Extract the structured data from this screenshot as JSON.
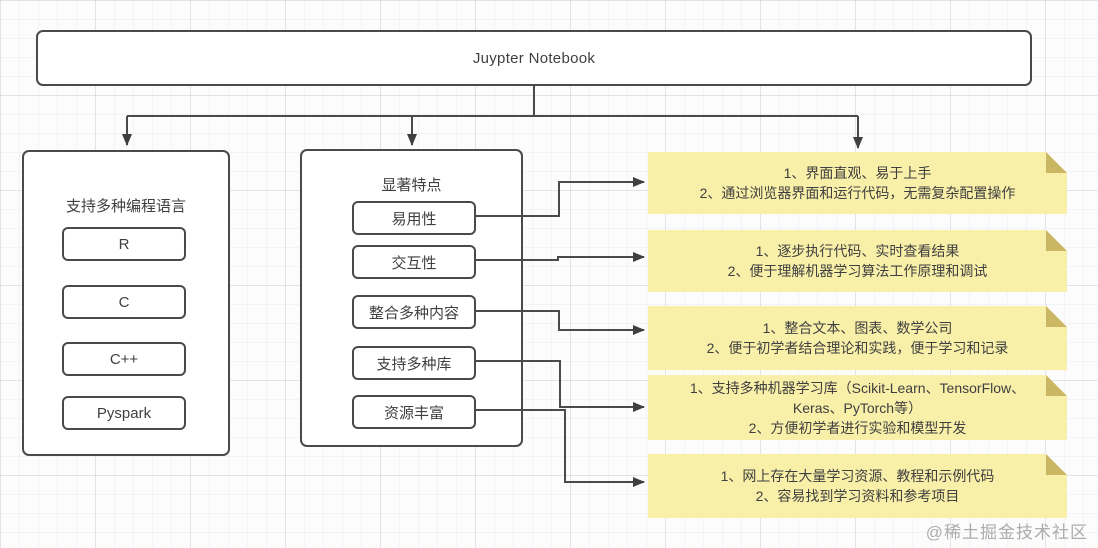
{
  "root_node": {
    "title": "Juypter Notebook"
  },
  "languages_panel": {
    "title": "支持多种编程语言",
    "items": [
      "R",
      "C",
      "C++",
      "Pyspark"
    ]
  },
  "features_panel": {
    "title": "显著特点",
    "items": [
      "易用性",
      "交互性",
      "整合多种内容",
      "支持多种库",
      "资源丰富"
    ]
  },
  "notes": [
    {
      "lines": [
        "1、界面直观、易于上手",
        "2、通过浏览器界面和运行代码，无需复杂配置操作"
      ]
    },
    {
      "lines": [
        "1、逐步执行代码、实时查看结果",
        "2、便于理解机器学习算法工作原理和调试"
      ]
    },
    {
      "lines": [
        "1、整合文本、图表、数学公司",
        "2、便于初学者结合理论和实践，便于学习和记录"
      ]
    },
    {
      "lines": [
        "1、支持多种机器学习库（Scikit-Learn、TensorFlow、",
        "Keras、PyTorch等）",
        "2、方便初学者进行实验和模型开发"
      ]
    },
    {
      "lines": [
        "1、网上存在大量学习资源、教程和示例代码",
        "2、容易找到学习资料和参考项目"
      ]
    }
  ],
  "watermark": "@稀土掘金技术社区",
  "colors": {
    "note_bg": "#F8EFA9",
    "note_fold": "#CBB664",
    "line": "#4A4A4A",
    "text": "#3F3F3F",
    "watermark": "#ACACAC"
  }
}
